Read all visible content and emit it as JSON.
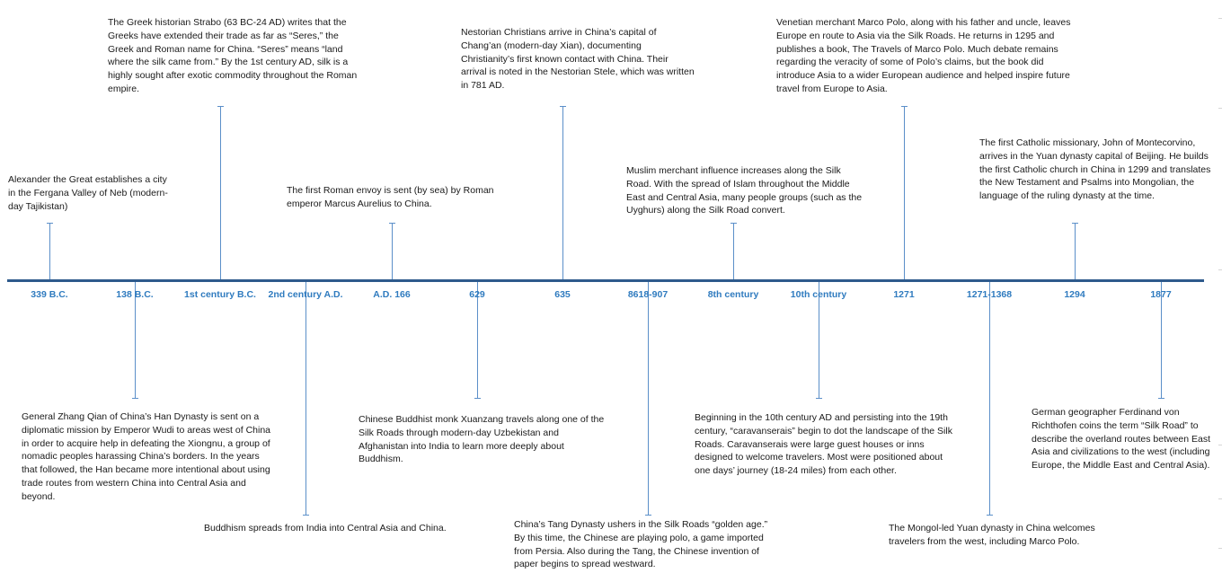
{
  "timeline": {
    "accent_color": "#2e5a8c",
    "label_color": "#2f7bbf",
    "events": [
      {
        "id": "alexander",
        "date": "339 B.C.",
        "side": "above",
        "text": "Alexander the Great establishes a city in the Fergana Valley of Neb (modern-day Tajikistan)"
      },
      {
        "id": "zhang-qian",
        "date": "138 B.C.",
        "side": "below",
        "text": "General Zhang Qian of China’s Han Dynasty is sent on a diplomatic mission by Emperor Wudi to areas west of China in order to acquire help in defeating the Xiongnu, a group of nomadic peoples harassing China’s borders. In the years that followed, the Han became more intentional about using trade routes from western China into Central Asia and beyond."
      },
      {
        "id": "strabo",
        "date": "1st century B.C.",
        "side": "above",
        "text": "The Greek historian Strabo (63 BC-24 AD) writes that the Greeks have extended their trade as far as “Seres,” the Greek and Roman name for China. “Seres” means “land where the silk came from.” By the 1st century AD, silk is a highly sought after exotic commodity throughout the Roman empire."
      },
      {
        "id": "buddhism",
        "date": "2nd century A.D.",
        "side": "below",
        "text": "Buddhism spreads from India into Central Asia and China."
      },
      {
        "id": "roman-envoy",
        "date": "A.D. 166",
        "side": "above",
        "text": "The first Roman envoy is sent (by sea) by Roman emperor Marcus Aurelius to China."
      },
      {
        "id": "xuanzang",
        "date": "629",
        "side": "below",
        "text": "Chinese Buddhist monk Xuanzang travels along one of the Silk Roads through modern-day Uzbekistan and Afghanistan into India to learn more deeply about Buddhism."
      },
      {
        "id": "nestorian",
        "date": "635",
        "side": "above",
        "text": "Nestorian Christians arrive in China’s capital of Chang’an (modern-day Xian), documenting Christianity’s first known contact with China. Their arrival is noted in the Nestorian Stele, which was written in 781 AD."
      },
      {
        "id": "tang",
        "date": "8618-907",
        "side": "below",
        "text": "China’s Tang Dynasty ushers in the Silk Roads “golden age.” By this time, the Chinese are playing polo, a game imported from Persia. Also during the Tang, the Chinese invention of paper begins to spread westward."
      },
      {
        "id": "islam",
        "date": "8th century",
        "side": "above",
        "text": "Muslim merchant influence increases along the Silk Road. With the spread of Islam throughout the Middle East and Central Asia, many people groups (such as the Uyghurs) along the Silk Road convert."
      },
      {
        "id": "caravanserais",
        "date": "10th century",
        "side": "below",
        "text": "Beginning in the 10th century AD and persisting into the 19th century, “caravanserais” begin to dot the landscape of the Silk Roads. Caravanserais were large guest houses or inns designed to welcome travelers. Most were positioned about one days’ journey (18-24 miles) from each other."
      },
      {
        "id": "marco-polo",
        "date": "1271",
        "side": "above",
        "text": "Venetian merchant Marco Polo, along with his father and uncle, leaves Europe en route to Asia via the Silk Roads. He returns in 1295 and publishes a book, The Travels of Marco Polo. Much debate remains regarding the veracity of some of Polo’s claims, but the book did introduce Asia to a wider European audience and helped inspire future travel from Europe to Asia."
      },
      {
        "id": "yuan",
        "date": "1271-1368",
        "side": "below",
        "text": "The Mongol-led Yuan dynasty in China welcomes travelers from the west, including Marco Polo."
      },
      {
        "id": "montecorvino",
        "date": "1294",
        "side": "above",
        "text": "The first Catholic missionary, John of Montecorvino, arrives in the Yuan dynasty capital of Beijing. He builds the first Catholic church in China in 1299 and translates the New Testament and Psalms into Mongolian, the language of the ruling dynasty at the time."
      },
      {
        "id": "richthofen",
        "date": "1877",
        "side": "below",
        "text": "German geographer Ferdinand von Richthofen coins the term “Silk Road” to describe the overland routes between East Asia and civilizations to the west (including Europe, the Middle East and Central Asia)."
      }
    ]
  }
}
